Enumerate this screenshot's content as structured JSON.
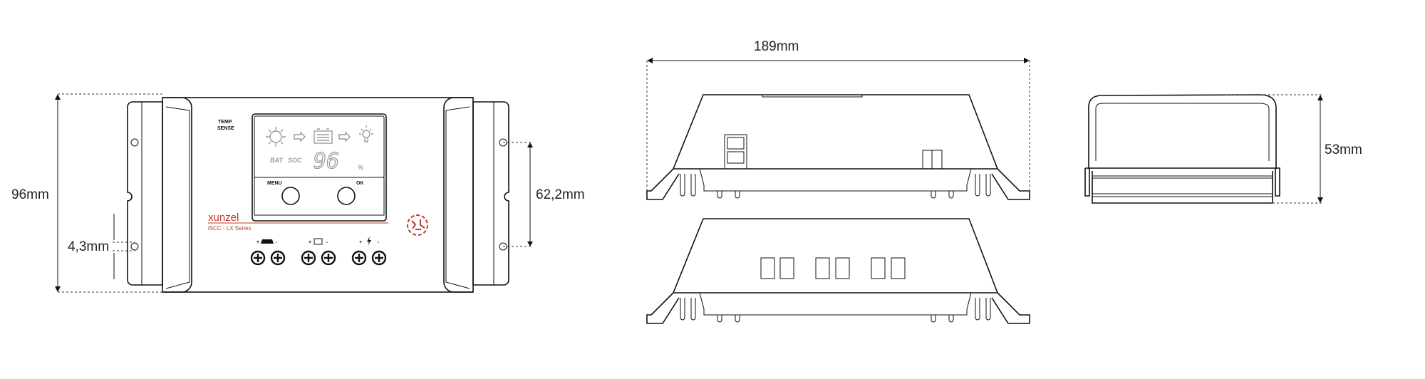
{
  "dimensions": {
    "height": "96mm",
    "hole_spacing": "62,2mm",
    "hole_diameter": "4,3mm",
    "length": "189mm",
    "depth": "53mm"
  },
  "front_panel": {
    "temp_sense_line1": "TEMP",
    "temp_sense_line2": "SENSE",
    "lcd": {
      "bat": "BAT",
      "soc": "SOC",
      "value": "96",
      "unit": "%"
    },
    "menu_label": "MENU",
    "ok_label": "OK",
    "brand": "xunzel",
    "series": "iSCC - LX Series",
    "terminal_polarity_plus": "+",
    "terminal_polarity_minus": "-"
  },
  "colors": {
    "brand": "#c0392b",
    "line": "#111111",
    "lcd": "#999999"
  }
}
